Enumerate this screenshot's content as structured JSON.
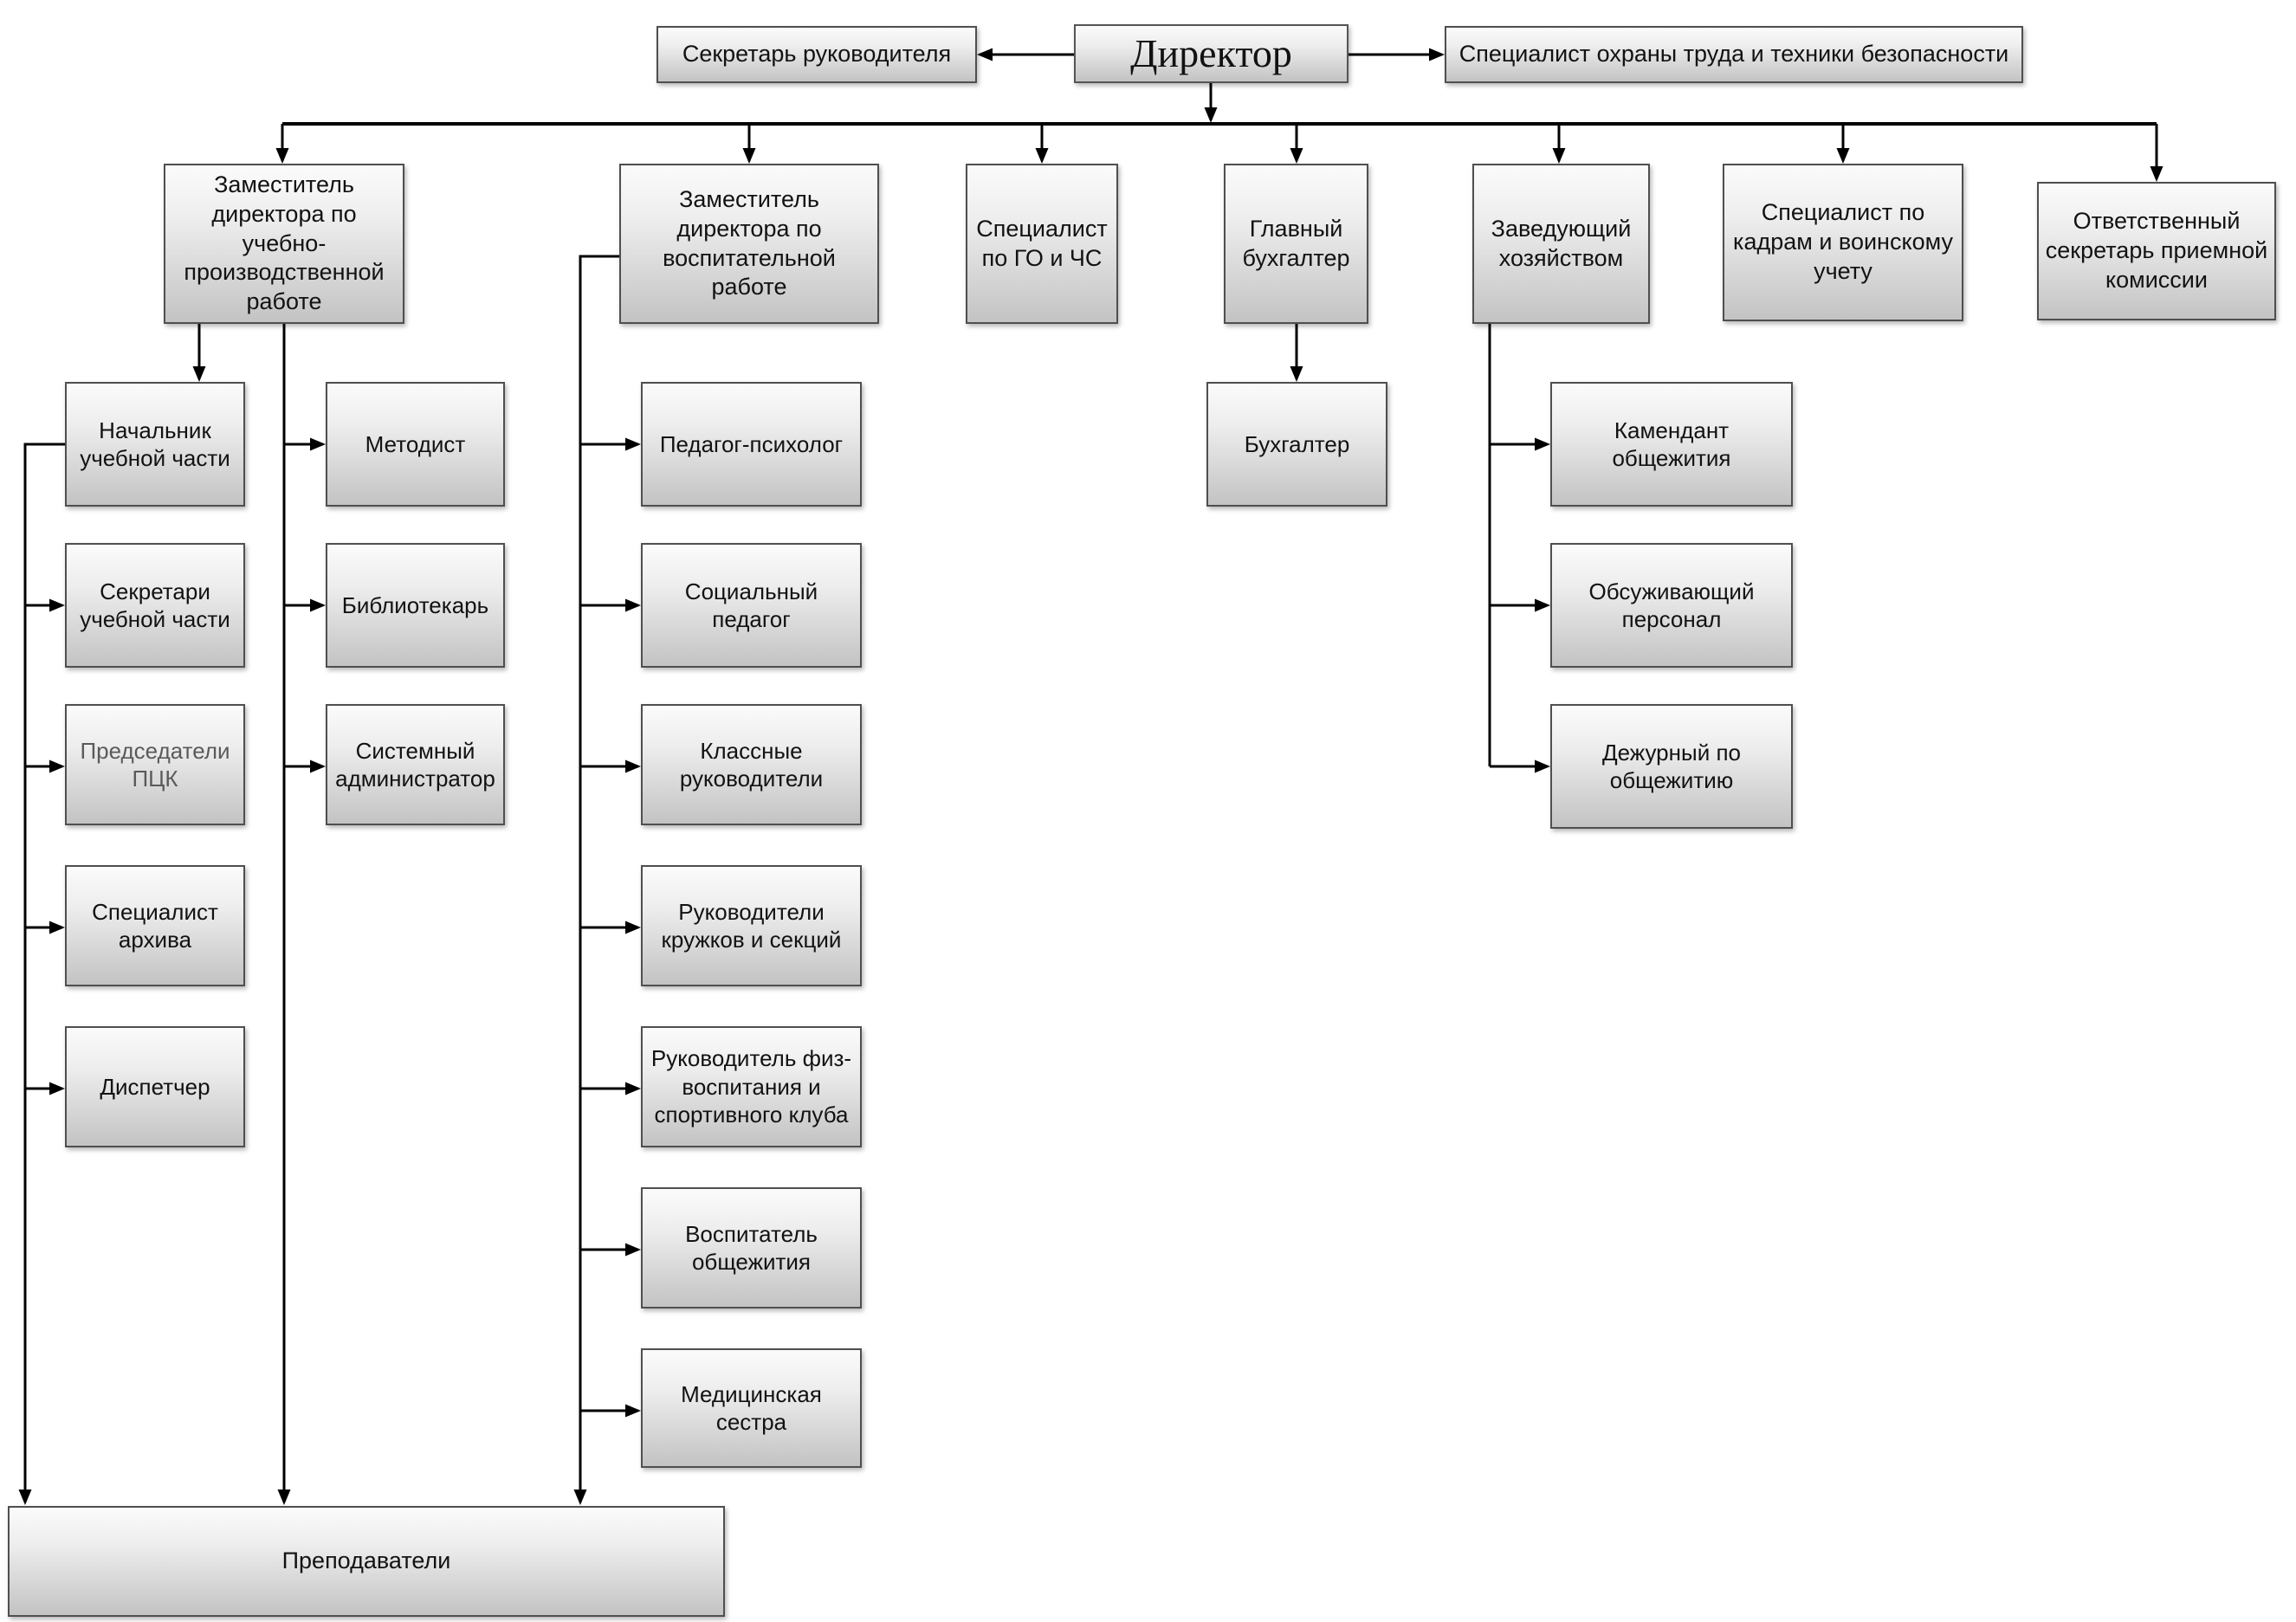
{
  "diagram": {
    "type": "org-chart",
    "background": "#ffffff",
    "colors": {
      "box_fill_top": "#fbfbfb",
      "box_fill_bottom": "#c3c3c3",
      "box_border": "#4f4f4f",
      "text": "#121212",
      "muted_text": "#5a5a5a",
      "connector_line": "#000000"
    },
    "nodes": {
      "director": {
        "label": "Директор"
      },
      "secretary_head": {
        "label": "Секретарь руководителя"
      },
      "labor_safety": {
        "label": "Специалист охраны труда и техники безопасности"
      },
      "deputy_training": {
        "label": "Заместитель директора по учебно-производственной работе"
      },
      "deputy_education": {
        "label": "Заместитель директора по воспитательной работе"
      },
      "go_chs": {
        "label": "Специалист по ГО и ЧС"
      },
      "chief_accountant": {
        "label": "Главный бухгалтер"
      },
      "household_manager": {
        "label": "Заведующий хозяйством"
      },
      "hr_specialist": {
        "label": "Специалист по кадрам и воинскому учету"
      },
      "admissions_secretary": {
        "label": "Ответственный секретарь приемной комиссии"
      },
      "head_study": {
        "label": "Начальник учебной части"
      },
      "secretaries_study": {
        "label": "Секретари учебной части"
      },
      "pck_chairs": {
        "label": "Председатели ПЦК"
      },
      "archive_specialist": {
        "label": "Специалист архива"
      },
      "dispatcher": {
        "label": "Диспетчер"
      },
      "methodist": {
        "label": "Методист"
      },
      "librarian": {
        "label": "Библиотекарь"
      },
      "sysadmin": {
        "label": "Системный администратор"
      },
      "psychologist": {
        "label": "Педагог-психолог"
      },
      "social_pedagogue": {
        "label": "Социальный педагог"
      },
      "class_teachers": {
        "label": "Классные руководители"
      },
      "club_leaders": {
        "label": "Руководители кружков и секций"
      },
      "pe_leader": {
        "label": "Руководитель физ-воспитания и спортивного клуба"
      },
      "dorm_tutor": {
        "label": "Воспитатель общежития"
      },
      "nurse": {
        "label": "Медицинская сестра"
      },
      "accountant": {
        "label": "Бухгалтер"
      },
      "dorm_commandant": {
        "label": "Камендант общежития"
      },
      "service_staff": {
        "label": "Обсуживающий персонал"
      },
      "dorm_duty": {
        "label": "Дежурный по общежитию"
      },
      "teachers": {
        "label": "Преподаватели"
      }
    },
    "edges": [
      {
        "from": "director",
        "to": "secretary_head"
      },
      {
        "from": "director",
        "to": "labor_safety"
      },
      {
        "from": "director",
        "to": "deputy_training"
      },
      {
        "from": "director",
        "to": "deputy_education"
      },
      {
        "from": "director",
        "to": "go_chs"
      },
      {
        "from": "director",
        "to": "chief_accountant"
      },
      {
        "from": "director",
        "to": "household_manager"
      },
      {
        "from": "director",
        "to": "hr_specialist"
      },
      {
        "from": "director",
        "to": "admissions_secretary"
      },
      {
        "from": "deputy_training",
        "to": "head_study"
      },
      {
        "from": "deputy_training",
        "to": "methodist"
      },
      {
        "from": "deputy_training",
        "to": "librarian"
      },
      {
        "from": "deputy_training",
        "to": "sysadmin"
      },
      {
        "from": "deputy_training",
        "to": "teachers"
      },
      {
        "from": "head_study",
        "to": "secretaries_study"
      },
      {
        "from": "head_study",
        "to": "pck_chairs"
      },
      {
        "from": "head_study",
        "to": "archive_specialist"
      },
      {
        "from": "head_study",
        "to": "dispatcher"
      },
      {
        "from": "head_study",
        "to": "teachers"
      },
      {
        "from": "deputy_education",
        "to": "psychologist"
      },
      {
        "from": "deputy_education",
        "to": "social_pedagogue"
      },
      {
        "from": "deputy_education",
        "to": "class_teachers"
      },
      {
        "from": "deputy_education",
        "to": "club_leaders"
      },
      {
        "from": "deputy_education",
        "to": "pe_leader"
      },
      {
        "from": "deputy_education",
        "to": "dorm_tutor"
      },
      {
        "from": "deputy_education",
        "to": "nurse"
      },
      {
        "from": "deputy_education",
        "to": "teachers"
      },
      {
        "from": "chief_accountant",
        "to": "accountant"
      },
      {
        "from": "household_manager",
        "to": "dorm_commandant"
      },
      {
        "from": "household_manager",
        "to": "service_staff"
      },
      {
        "from": "household_manager",
        "to": "dorm_duty"
      }
    ]
  }
}
